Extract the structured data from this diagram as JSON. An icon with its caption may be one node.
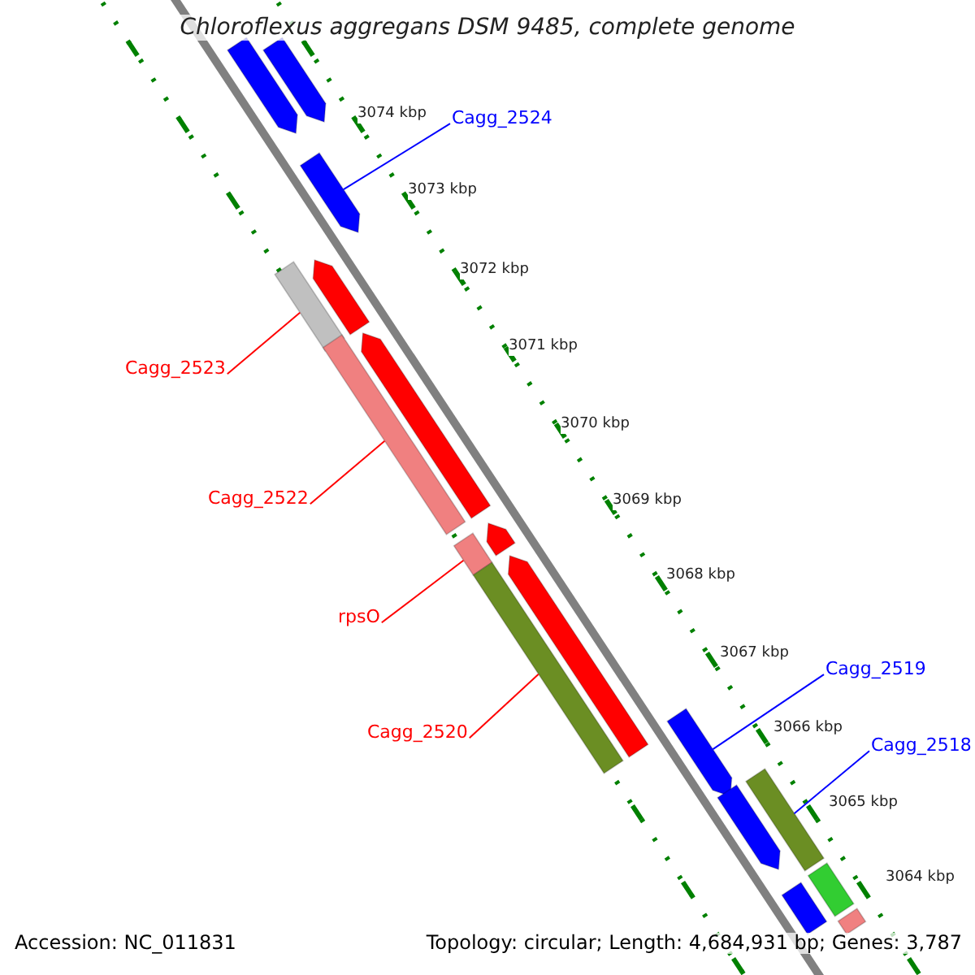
{
  "diagram": {
    "title": "Chloroflexus aggregans DSM 9485, complete genome",
    "nodes": [
      {
        "text": [
          "Cagg_2524"
        ]
      },
      {
        "text": [],
        "shape": "arrow"
      },
      {
        "text": [
          "Cagg_2523"
        ]
      },
      {
        "text": [],
        "shape": "arrow"
      },
      {
        "text": [
          "Cagg_2522"
        ]
      },
      {
        "text": [],
        "shape": "arrow"
      },
      {
        "text": [
          "rpsO"
        ]
      },
      {
        "text": [],
        "shape": "arrow"
      },
      {
        "text": [
          "Cagg_2520"
        ]
      },
      {
        "text": [],
        "shape": "arrow"
      },
      {
        "text": [
          "Cagg_2519"
        ]
      },
      {
        "text": [],
        "shape": "arrow"
      },
      {
        "text": [
          "Cagg_2518"
        ]
      },
      {
        "text": [],
        "shape": "arrow"
      },
      {
        "text": [],
        "shape": "arrow"
      },
      {
        "text": [],
        "shape": "arrow"
      },
      {
        "text": [],
        "shape": "arrow"
      },
      {
        "text": [],
        "shape": "arrow"
      },
      {
        "text": [],
        "shape": "arrow"
      },
      {
        "text": [],
        "shape": "arrow"
      },
      {
        "text": [],
        "shape": "arrow"
      },
      {
        "text": [],
        "shape": "box"
      },
      {
        "text": [],
        "shape": "arrow"
      },
      {
        "text": [],
        "shape": "box"
      }
    ],
    "edges": [
      {
        "from": 0,
        "to": 1,
        "arrow": "none",
        "color": "#0000ff"
      },
      {
        "from": 2,
        "to": 3,
        "arrow": "none"
      },
      {
        "from": 4,
        "to": 5,
        "arrow": "none"
      },
      {
        "from": 6,
        "to": 7,
        "arrow": "none"
      },
      {
        "from": 8,
        "to": 9,
        "arrow": "none"
      },
      {
        "from": 10,
        "to": 11,
        "arrow": "none",
        "color": "#0000ff"
      },
      {
        "from": 12,
        "to": 13,
        "arrow": "none",
        "color": "#0000ff"
      }
    ],
    "labels": [
      "3074 kbp",
      "3073 kbp",
      "3072 kbp",
      "3071 kbp",
      "3070 kbp",
      "3069 kbp",
      "3068 kbp",
      "3067 kbp",
      "3066 kbp",
      "3065 kbp",
      "3064 kbp",
      "Accession: NC_011831",
      "Topology: circular; Length: 4,684,931 bp; Genes: 3,787"
    ]
  }
}
